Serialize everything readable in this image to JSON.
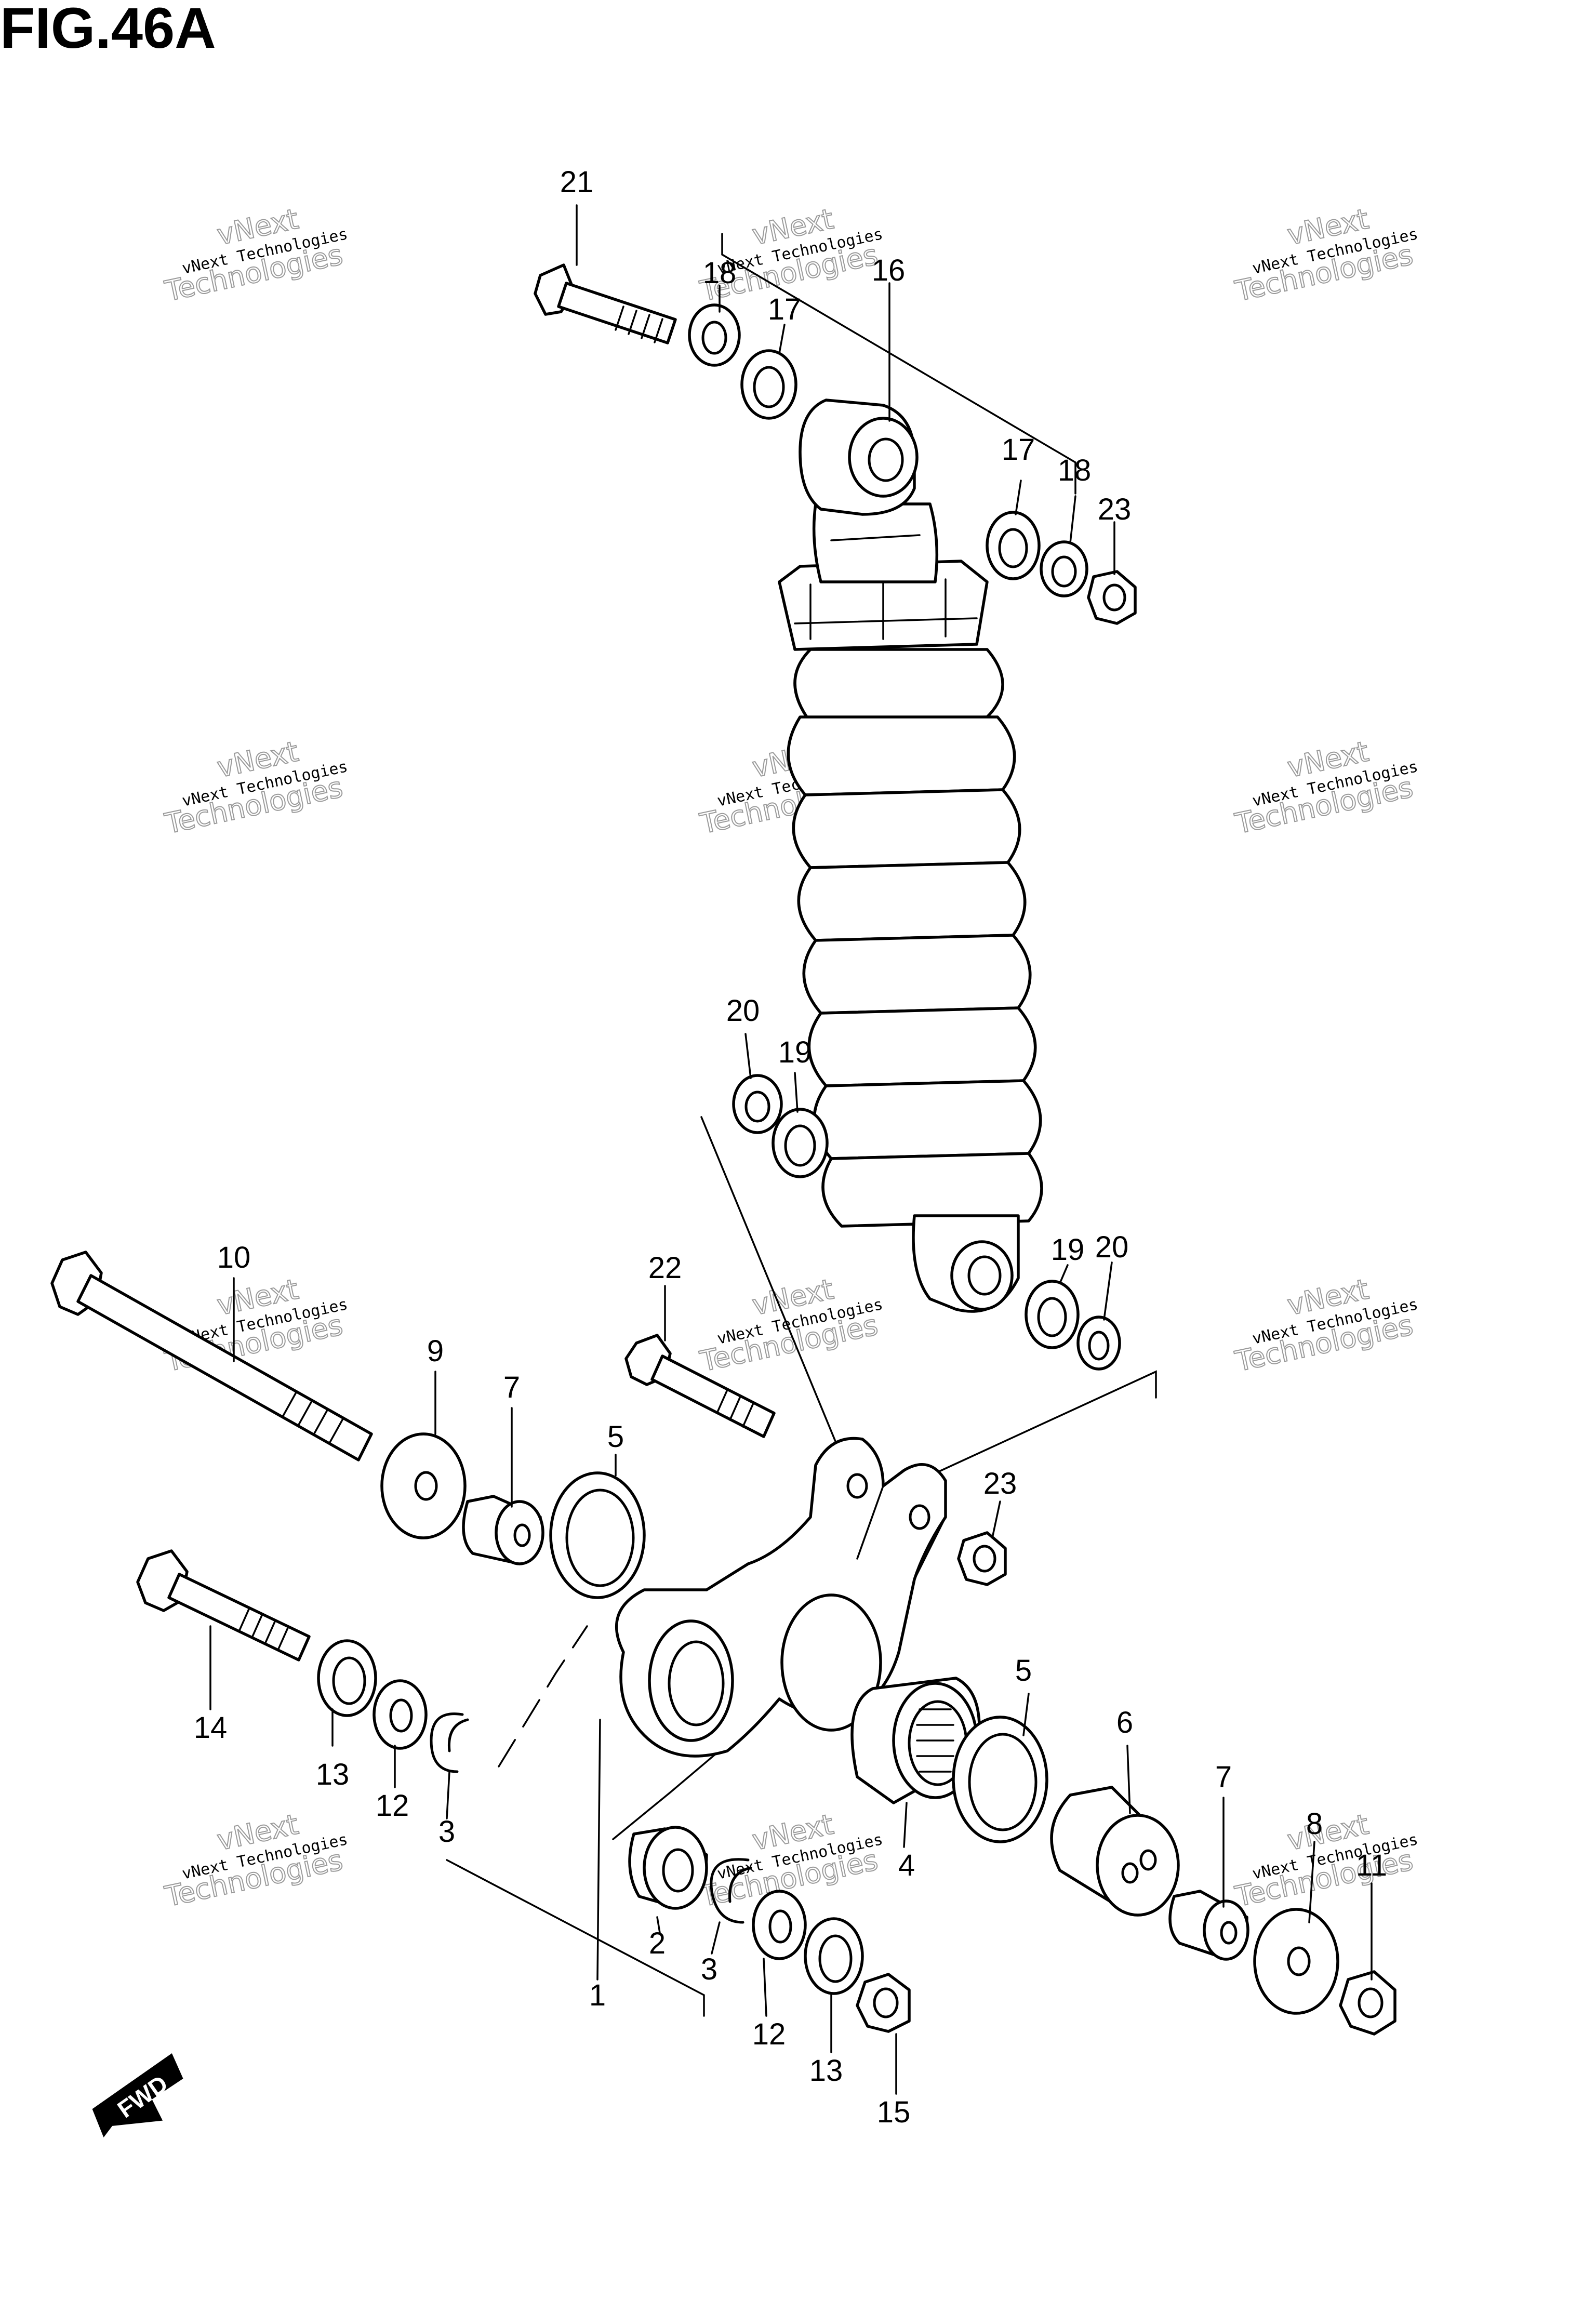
{
  "figure": {
    "title": "FIG.46A"
  },
  "watermark": {
    "line1": "vNext",
    "line2": "Technologies",
    "line3": "vNext Technologies"
  },
  "fwd_label": "FWD",
  "callouts": {
    "c1": "1",
    "c2": "2",
    "c3a": "3",
    "c3b": "3",
    "c4": "4",
    "c5a": "5",
    "c5b": "5",
    "c6": "6",
    "c7a": "7",
    "c7b": "7",
    "c8": "8",
    "c9": "9",
    "c10": "10",
    "c11": "11",
    "c12a": "12",
    "c12b": "12",
    "c13a": "13",
    "c13b": "13",
    "c14": "14",
    "c15": "15",
    "c16": "16",
    "c17a": "17",
    "c17b": "17",
    "c18a": "18",
    "c18b": "18",
    "c19a": "19",
    "c19b": "19",
    "c20a": "20",
    "c20b": "20",
    "c21": "21",
    "c22": "22",
    "c23a": "23",
    "c23b": "23"
  }
}
